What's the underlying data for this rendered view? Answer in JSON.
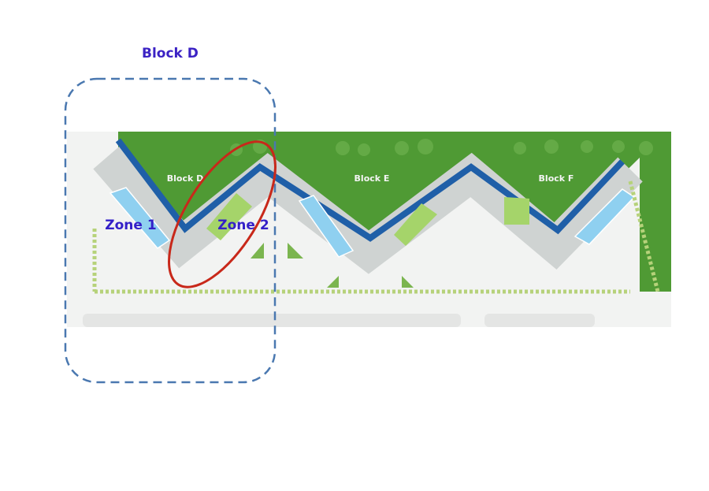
{
  "annotation": {
    "title": "Block D",
    "zones": [
      "Zone 1",
      "Zone 2"
    ]
  },
  "plan": {
    "blocks": [
      "Block D",
      "Block E",
      "Block F"
    ]
  },
  "colors": {
    "annotation_text": "#3b22c4",
    "dashed_outline": "#4a78b0",
    "highlight_circle": "#c8281a",
    "lawn": "#4f9a34",
    "corridor": "#1f5fa8",
    "pool": "#8fd0f0"
  }
}
